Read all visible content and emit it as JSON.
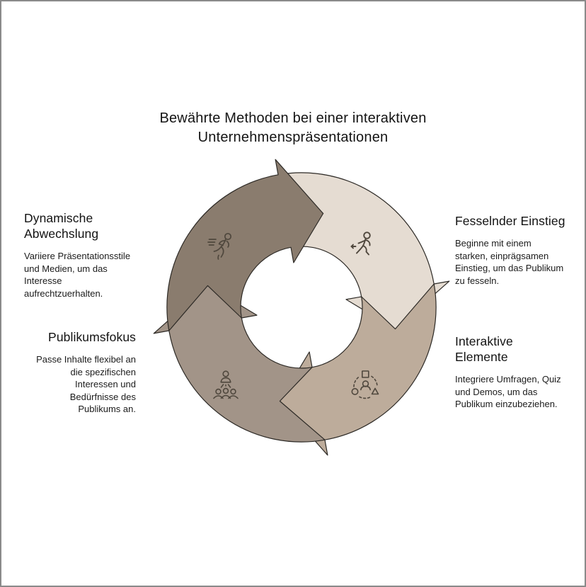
{
  "title": "Bewährte Methoden bei einer interaktiven\nUnternehmenspräsentationen",
  "diagram": {
    "type": "cycle",
    "direction": "clockwise",
    "outline_color": "#2d2a26",
    "icon_stroke": "#4f473d",
    "segments": [
      {
        "id": "fesselnder-einstieg",
        "position": "top-right",
        "color": "#e5dcd2",
        "icon": "runner-arrow-icon",
        "heading": "Fesselnder Einstieg",
        "description": "Beginne mit einem\nstarken, einprägsamen\nEinstieg, um das Publikum\nzu fesseln."
      },
      {
        "id": "interaktive-elemente",
        "position": "bottom-right",
        "color": "#bdac9b",
        "icon": "person-shapes-icon",
        "heading": "Interaktive\nElemente",
        "description": "Integriere Umfragen, Quiz\nund Demos, um das\nPublikum einzubeziehen."
      },
      {
        "id": "publikumsfokus",
        "position": "bottom-left",
        "color": "#a29488",
        "icon": "presenter-audience-icon",
        "heading": "Publikumsfokus",
        "description": "Passe Inhalte flexibel an\ndie spezifischen\nInteressen und\nBedürfnisse des\nPublikums an."
      },
      {
        "id": "dynamische-abwechslung",
        "position": "top-left",
        "color": "#8a7c6e",
        "icon": "runner-speed-icon",
        "heading": "Dynamische\nAbwechslung",
        "description": "Variiere Präsentationsstile\nund Medien, um das\nInteresse\naufrechtzuerhalten."
      }
    ]
  }
}
